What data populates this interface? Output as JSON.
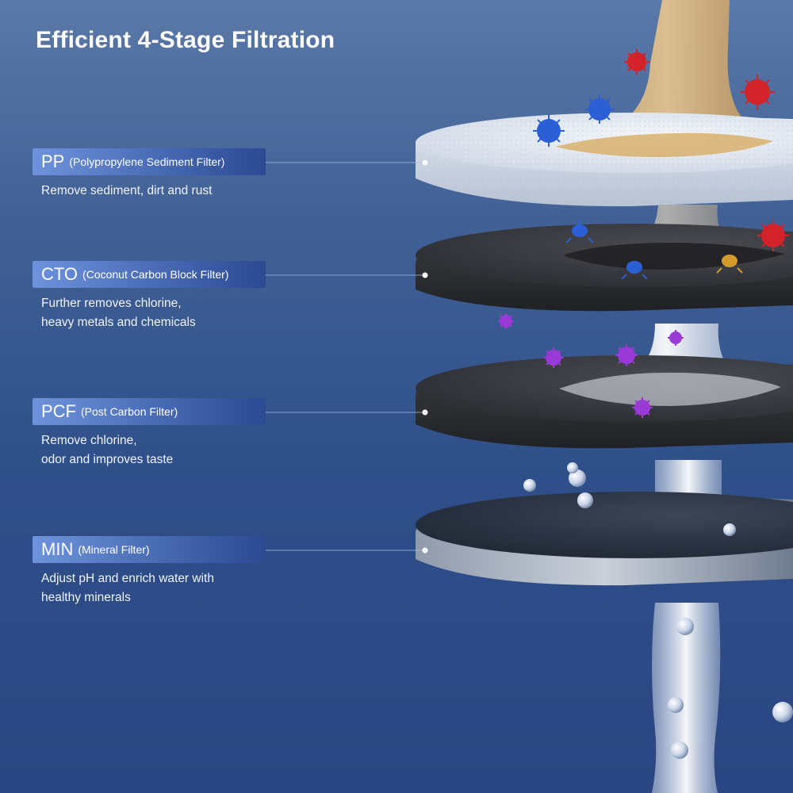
{
  "title": "Efficient 4-Stage Filtration",
  "stages": [
    {
      "code": "PP",
      "name": "(Polypropylene Sediment Filter)",
      "description": "Remove sediment, dirt and rust"
    },
    {
      "code": "CTO",
      "name": "(Coconut Carbon Block Filter)",
      "description": "Further removes chlorine,\nheavy metals and chemicals"
    },
    {
      "code": "PCF",
      "name": "(Post Carbon Filter)",
      "description": "Remove chlorine,\nodor and improves taste"
    },
    {
      "code": "MIN",
      "name": "(Mineral Filter)",
      "description": "Adjust pH and enrich water with\nhealthy minerals"
    }
  ],
  "colors": {
    "background_top": "#5a79a8",
    "background_bottom": "#2a4682",
    "label_gradient_start": "#6e93dc",
    "label_gradient_end": "#2c4a92",
    "dirty_water": "#d9b47a",
    "bacteria_red": "#d3222a",
    "bacteria_blue": "#2c5fd6",
    "bacteria_purple": "#9a3ad6"
  }
}
